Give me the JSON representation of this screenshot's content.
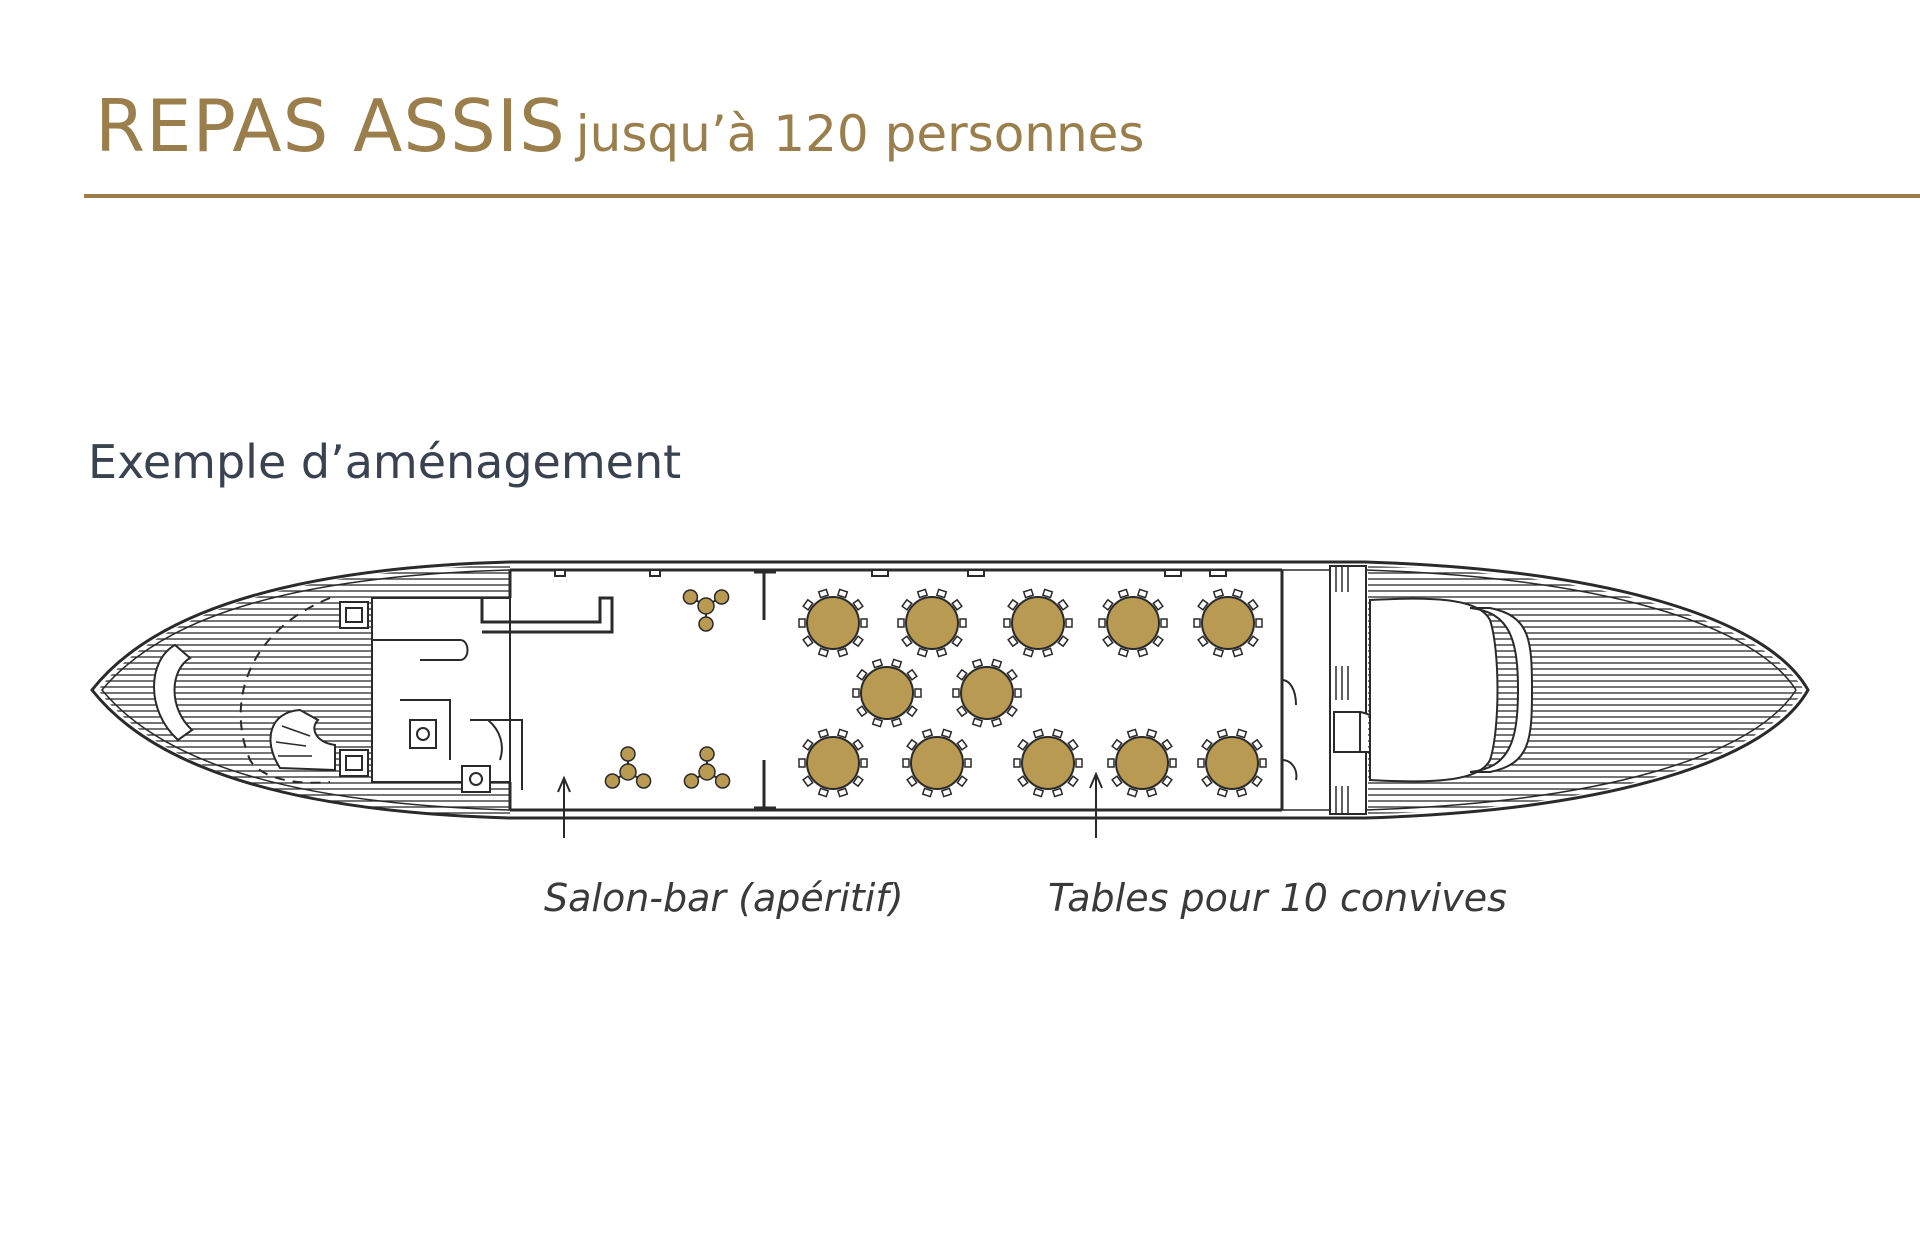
{
  "header": {
    "title": "REPAS ASSIS",
    "subtitle": "jusqu’à 120 personnes"
  },
  "section": {
    "title": "Exemple d’aménagement"
  },
  "labels": {
    "salon_bar": "Salon-bar (apéritif)",
    "tables": "Tables pour 10 convives"
  },
  "colors": {
    "accent": "#9a7f4c",
    "table_fill": "#b89a52",
    "line": "#2a2a2a",
    "text": "#3a4250"
  },
  "layout": {
    "big_tables": 12,
    "seats_per_table": 10,
    "small_tables": 3,
    "seats_per_small_table": 3
  }
}
